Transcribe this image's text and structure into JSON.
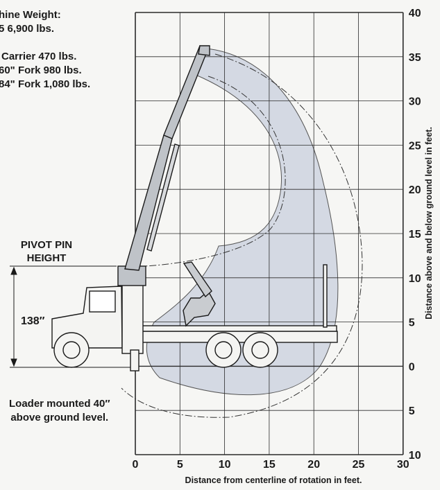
{
  "specs": {
    "title": "hine Weight:",
    "lines": [
      "5  6,900 lbs.",
      "",
      "Carrier 470 lbs.",
      "60\"  Fork 980 lbs.",
      "84\"  Fork 1,080 lbs."
    ]
  },
  "pivot": {
    "label_line1": "PIVOT PIN",
    "label_line2": "HEIGHT",
    "value": "138″"
  },
  "mount_note": {
    "line1": "Loader mounted 40″",
    "line2": "above ground level."
  },
  "axes": {
    "x_title": "Distance from centerline of rotation in feet.",
    "y_title": "Distance above and below ground level in feet.",
    "x_ticks": [
      "0",
      "5",
      "10",
      "15",
      "20",
      "25",
      "30"
    ],
    "y_ticks": [
      {
        "label": "40",
        "value": 40
      },
      {
        "label": "35",
        "value": 35
      },
      {
        "label": "30",
        "value": 30
      },
      {
        "label": "25",
        "value": 25
      },
      {
        "label": "20",
        "value": 20
      },
      {
        "label": "15",
        "value": 15
      },
      {
        "label": "10",
        "value": 10
      },
      {
        "label": "5",
        "value": 5
      },
      {
        "label": "0",
        "value": 0
      },
      {
        "label": "5",
        "value": -5
      },
      {
        "label": "10",
        "value": -10
      }
    ]
  },
  "colors": {
    "envelope_fill": "#d4d9e3",
    "grid": "#2a2a2a",
    "truck": "#f4f4f2",
    "ink": "#1a1a1a"
  }
}
